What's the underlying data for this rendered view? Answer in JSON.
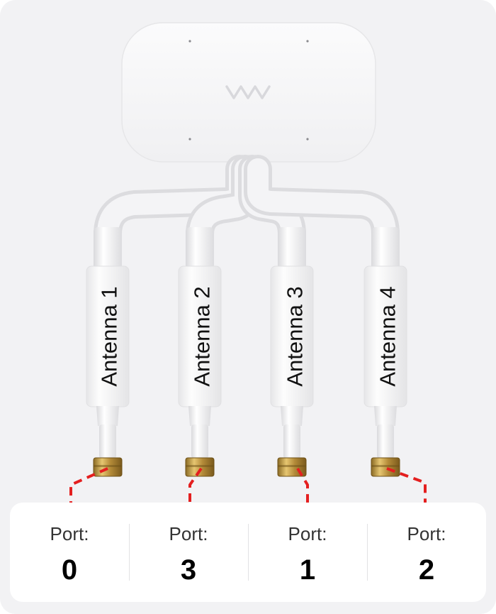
{
  "colors": {
    "background": "#f2f2f4",
    "panel": "#ffffff",
    "hub": "#f7f7f8",
    "cable": "#ebebed",
    "connector": "#c8a14a",
    "dashed_line": "#e41f1f"
  },
  "hub": {
    "logo_icon": "vw-logo-icon"
  },
  "antennas": [
    {
      "label": "Antenna 1",
      "port": "0"
    },
    {
      "label": "Antenna 2",
      "port": "3"
    },
    {
      "label": "Antenna 3",
      "port": "1"
    },
    {
      "label": "Antenna 4",
      "port": "2"
    }
  ],
  "ports": [
    {
      "prefix": "Port:",
      "number": "0"
    },
    {
      "prefix": "Port:",
      "number": "3"
    },
    {
      "prefix": "Port:",
      "number": "1"
    },
    {
      "prefix": "Port:",
      "number": "2"
    }
  ]
}
